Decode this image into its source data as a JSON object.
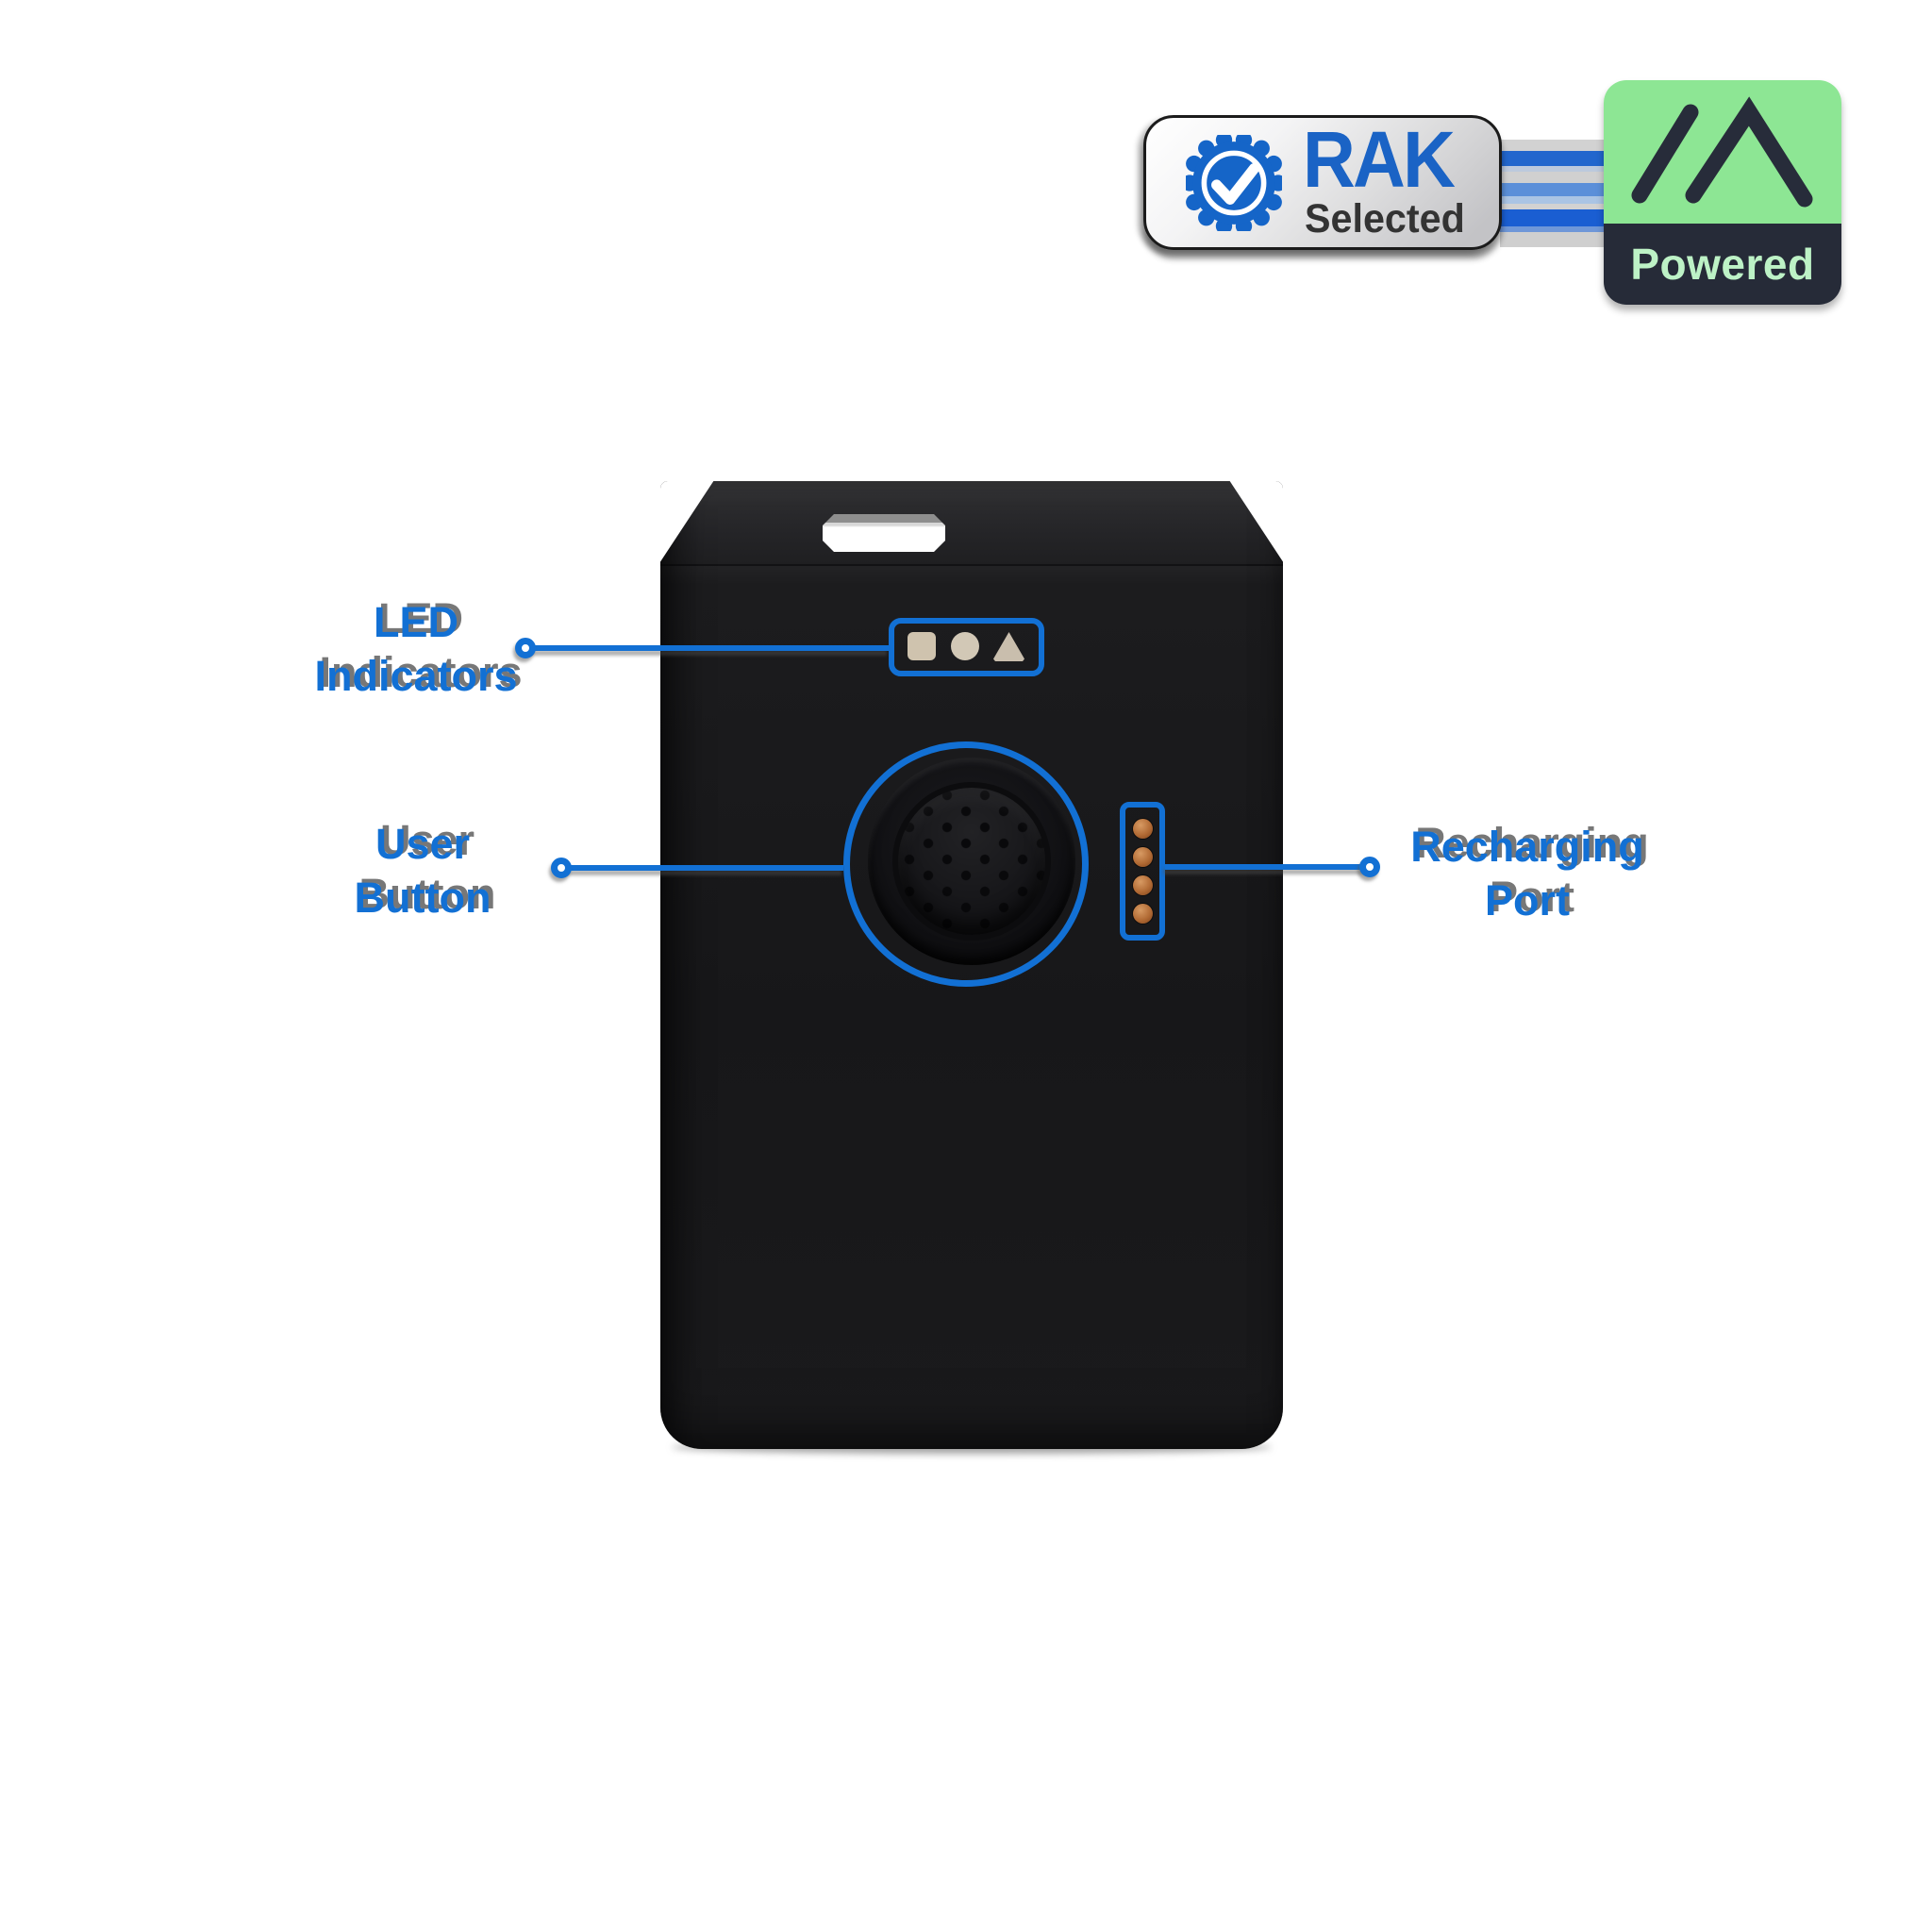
{
  "annotations": {
    "accent_blue": "#1270d4",
    "label_shadow_gray": "#5f5f5f",
    "led": {
      "line1": "LED",
      "line2": "Indicators"
    },
    "user_button": {
      "line1": "User",
      "line2": "Button"
    },
    "recharging_port": {
      "line1": "Recharging",
      "line2": "Port"
    }
  },
  "badges": {
    "rak_selected": {
      "title": "RAK",
      "subtitle": "Selected",
      "title_color": "#1a63c5",
      "subtitle_color": "#333333",
      "seal_color": "#1565c8",
      "background": "silver-gradient"
    },
    "powered": {
      "label": "Powered",
      "logo": "slash-caret",
      "green": "#8de694",
      "navy": "#262b38",
      "label_color": "#bdf2c6"
    }
  },
  "device": {
    "body_color": "#1a1a1c",
    "led_indicator_shapes": [
      "square",
      "circle",
      "triangle"
    ],
    "led_shape_color": "#cfc3ae",
    "charging_pin_count": 4,
    "charging_pin_color": "#b26b35",
    "lanyard_slot_color": "#ffffff"
  }
}
